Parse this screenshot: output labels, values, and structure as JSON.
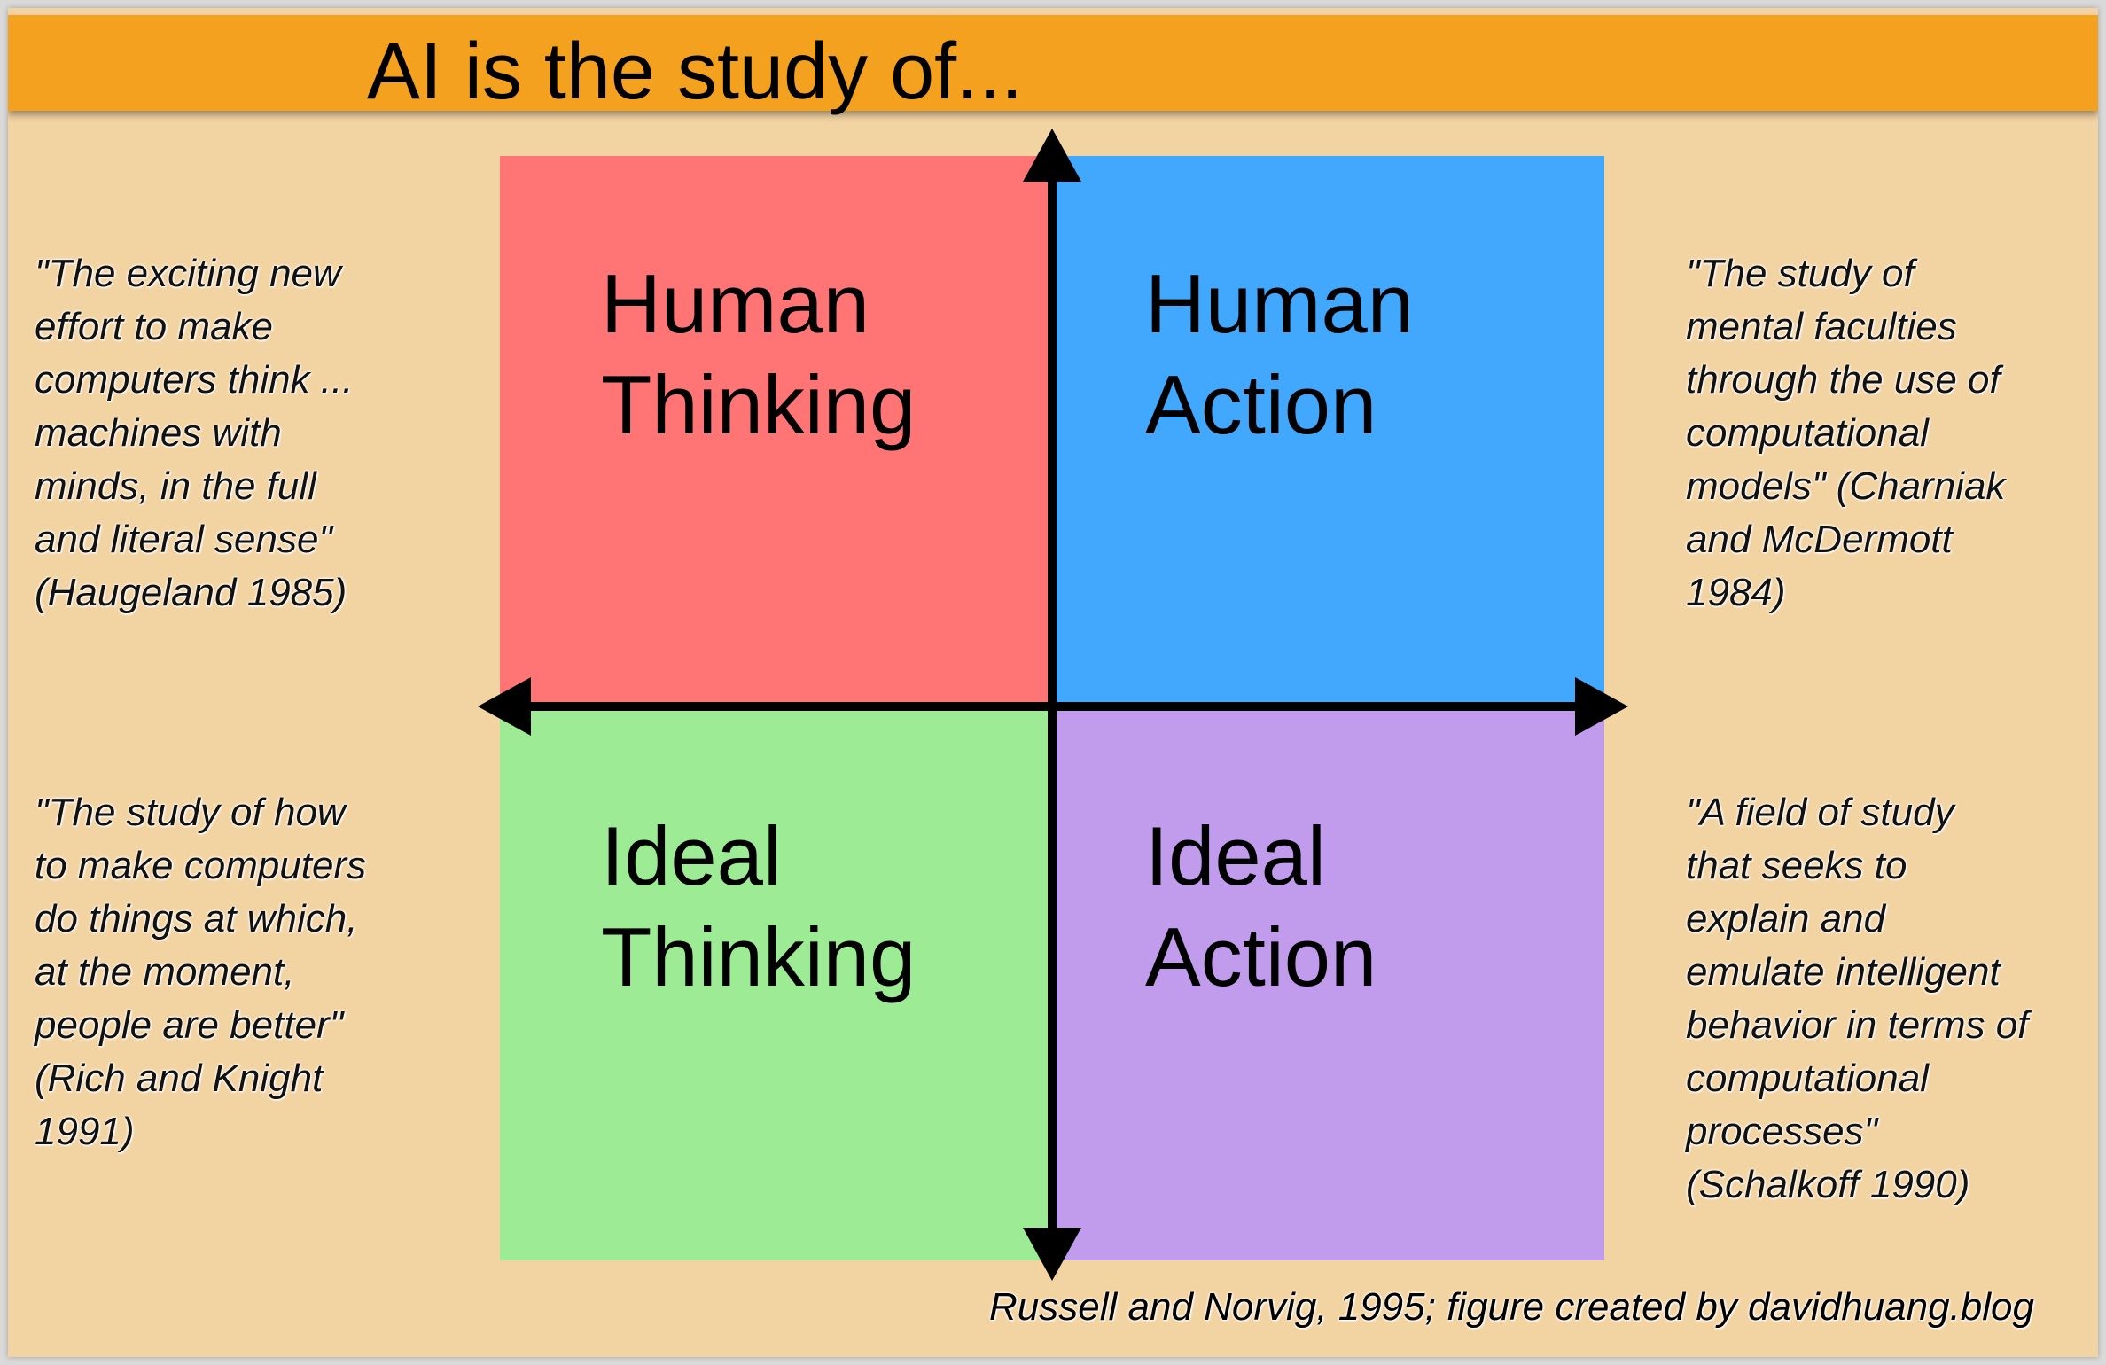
{
  "title": "AI is the study of...",
  "quadrants": {
    "top_left": {
      "line1": "Human",
      "line2": "Thinking",
      "color": "#ff7575"
    },
    "top_right": {
      "line1": "Human",
      "line2": "Action",
      "color": "#42a8fd"
    },
    "bottom_left": {
      "line1": "Ideal",
      "line2": "Thinking",
      "color": "#9eeb95"
    },
    "bottom_right": {
      "line1": "Ideal",
      "line2": "Action",
      "color": "#c19cec"
    }
  },
  "quotes": {
    "top_left": [
      "\"The exciting new",
      "effort to make",
      "computers think ...",
      "machines with",
      "minds, in the full",
      "and literal sense\"",
      "(Haugeland 1985)"
    ],
    "top_right": [
      "\"The study of",
      "mental faculties",
      "through the use of",
      "computational",
      "models\" (Charniak",
      "and McDermott",
      "1984)"
    ],
    "bottom_left": [
      "\"The study of how",
      "to make computers",
      "do things at which,",
      "at the moment,",
      "people are better\"",
      "(Rich and Knight",
      "1991)"
    ],
    "bottom_right": [
      "\"A field of study",
      "that seeks to",
      "explain and",
      "emulate intelligent",
      "behavior in terms of",
      "computational",
      "processes\"",
      "(Schalkoff 1990)"
    ]
  },
  "footer": "Russell and Norvig, 1995; figure created by davidhuang.blog",
  "colors": {
    "background": "#f2d3a2",
    "title_bar": "#f4a11f",
    "axis": "#000000"
  }
}
